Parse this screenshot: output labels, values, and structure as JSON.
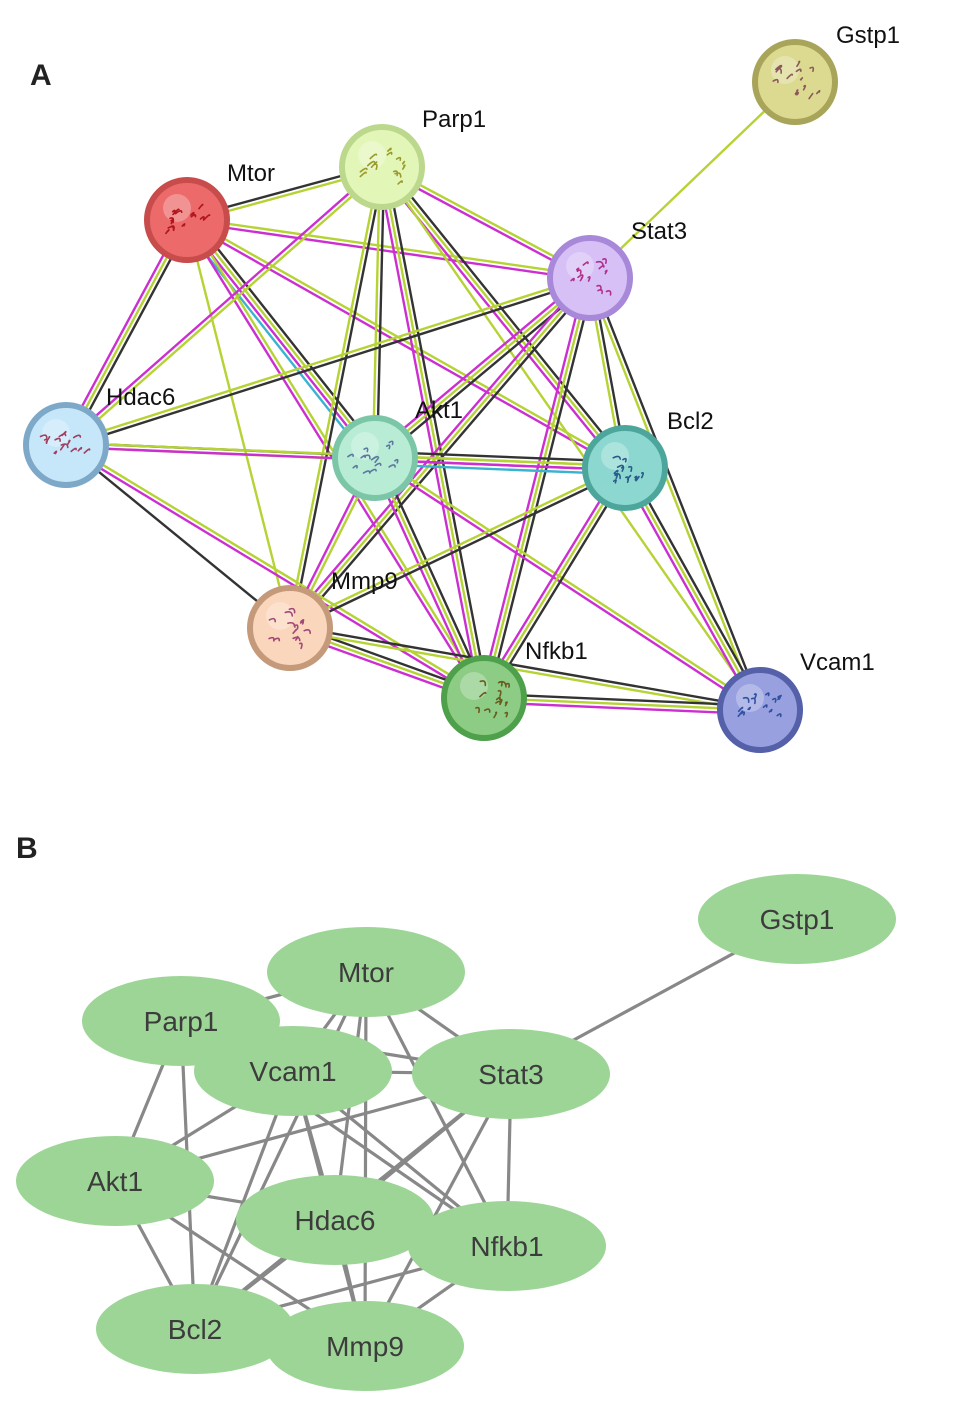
{
  "panels": {
    "a": {
      "label": "A",
      "edge_colors": {
        "coexpression": "#333333",
        "textmining": "#b5d334",
        "experiments": "#cc2fd1",
        "database": "#3bb2d0"
      },
      "nodes": [
        {
          "id": "Parp1",
          "label": "Parp1",
          "fill": "#e2f6b8",
          "stroke": "#bcd88c",
          "glyph": "#9a9a2a"
        },
        {
          "id": "Gstp1",
          "label": "Gstp1",
          "fill": "#dcda90",
          "stroke": "#a8a45a",
          "glyph": "#8a5a5a"
        },
        {
          "id": "Mtor",
          "label": "Mtor",
          "fill": "#ec6a6a",
          "stroke": "#c84c4c",
          "glyph": "#b0141c"
        },
        {
          "id": "Stat3",
          "label": "Stat3",
          "fill": "#d6c0f6",
          "stroke": "#a888d8",
          "glyph": "#b0308c"
        },
        {
          "id": "Hdac6",
          "label": "Hdac6",
          "fill": "#c6e6fa",
          "stroke": "#7ea8c8",
          "glyph": "#a04060"
        },
        {
          "id": "Akt1",
          "label": "Akt1",
          "fill": "#b8ecd4",
          "stroke": "#7cc6a8",
          "glyph": "#5c78a0"
        },
        {
          "id": "Bcl2",
          "label": "Bcl2",
          "fill": "#8cd8d0",
          "stroke": "#4ca69c",
          "glyph": "#2a5a8a"
        },
        {
          "id": "Mmp9",
          "label": "Mmp9",
          "fill": "#fad6bc",
          "stroke": "#c49a7a",
          "glyph": "#a04878"
        },
        {
          "id": "Nfkb1",
          "label": "Nfkb1",
          "fill": "#8ccc84",
          "stroke": "#4ea04a",
          "glyph": "#6a5a20"
        },
        {
          "id": "Vcam1",
          "label": "Vcam1",
          "fill": "#98a0e0",
          "stroke": "#5460a8",
          "glyph": "#3050a0"
        }
      ],
      "edges": [
        {
          "from": "Gstp1",
          "to": "Stat3",
          "types": [
            "textmining"
          ]
        },
        {
          "from": "Mtor",
          "to": "Parp1",
          "types": [
            "coexpression",
            "textmining"
          ]
        },
        {
          "from": "Mtor",
          "to": "Stat3",
          "types": [
            "experiments",
            "textmining"
          ]
        },
        {
          "from": "Mtor",
          "to": "Hdac6",
          "types": [
            "coexpression",
            "experiments",
            "textmining"
          ]
        },
        {
          "from": "Mtor",
          "to": "Akt1",
          "types": [
            "coexpression",
            "experiments",
            "textmining",
            "database"
          ]
        },
        {
          "from": "Mtor",
          "to": "Bcl2",
          "types": [
            "experiments",
            "textmining"
          ]
        },
        {
          "from": "Mtor",
          "to": "Mmp9",
          "types": [
            "textmining"
          ]
        },
        {
          "from": "Mtor",
          "to": "Nfkb1",
          "types": [
            "experiments",
            "textmining"
          ]
        },
        {
          "from": "Parp1",
          "to": "Stat3",
          "types": [
            "experiments",
            "textmining"
          ]
        },
        {
          "from": "Parp1",
          "to": "Hdac6",
          "types": [
            "experiments",
            "textmining"
          ]
        },
        {
          "from": "Parp1",
          "to": "Akt1",
          "types": [
            "coexpression",
            "textmining"
          ]
        },
        {
          "from": "Parp1",
          "to": "Bcl2",
          "types": [
            "coexpression",
            "experiments",
            "textmining"
          ]
        },
        {
          "from": "Parp1",
          "to": "Mmp9",
          "types": [
            "coexpression",
            "textmining"
          ]
        },
        {
          "from": "Parp1",
          "to": "Nfkb1",
          "types": [
            "coexpression",
            "experiments",
            "textmining"
          ]
        },
        {
          "from": "Parp1",
          "to": "Vcam1",
          "types": [
            "textmining"
          ]
        },
        {
          "from": "Stat3",
          "to": "Hdac6",
          "types": [
            "coexpression",
            "textmining"
          ]
        },
        {
          "from": "Stat3",
          "to": "Akt1",
          "types": [
            "coexpression",
            "experiments",
            "textmining"
          ]
        },
        {
          "from": "Stat3",
          "to": "Bcl2",
          "types": [
            "coexpression",
            "textmining"
          ]
        },
        {
          "from": "Stat3",
          "to": "Mmp9",
          "types": [
            "coexpression",
            "experiments",
            "textmining"
          ]
        },
        {
          "from": "Stat3",
          "to": "Nfkb1",
          "types": [
            "coexpression",
            "experiments",
            "textmining"
          ]
        },
        {
          "from": "Stat3",
          "to": "Vcam1",
          "types": [
            "coexpression",
            "textmining"
          ]
        },
        {
          "from": "Hdac6",
          "to": "Akt1",
          "types": [
            "coexpression",
            "textmining"
          ]
        },
        {
          "from": "Hdac6",
          "to": "Bcl2",
          "types": [
            "experiments",
            "textmining"
          ]
        },
        {
          "from": "Hdac6",
          "to": "Mmp9",
          "types": [
            "coexpression"
          ]
        },
        {
          "from": "Hdac6",
          "to": "Nfkb1",
          "types": [
            "experiments",
            "textmining"
          ]
        },
        {
          "from": "Akt1",
          "to": "Bcl2",
          "types": [
            "coexpression",
            "experiments",
            "textmining",
            "database"
          ]
        },
        {
          "from": "Akt1",
          "to": "Mmp9",
          "types": [
            "experiments",
            "textmining"
          ]
        },
        {
          "from": "Akt1",
          "to": "Nfkb1",
          "types": [
            "coexpression",
            "experiments",
            "textmining"
          ]
        },
        {
          "from": "Akt1",
          "to": "Vcam1",
          "types": [
            "experiments",
            "textmining"
          ]
        },
        {
          "from": "Bcl2",
          "to": "Mmp9",
          "types": [
            "coexpression",
            "textmining"
          ]
        },
        {
          "from": "Bcl2",
          "to": "Nfkb1",
          "types": [
            "coexpression",
            "experiments",
            "textmining"
          ]
        },
        {
          "from": "Bcl2",
          "to": "Vcam1",
          "types": [
            "coexpression",
            "experiments",
            "textmining"
          ]
        },
        {
          "from": "Mmp9",
          "to": "Nfkb1",
          "types": [
            "coexpression",
            "experiments",
            "textmining"
          ]
        },
        {
          "from": "Mmp9",
          "to": "Vcam1",
          "types": [
            "coexpression",
            "textmining"
          ]
        },
        {
          "from": "Nfkb1",
          "to": "Vcam1",
          "types": [
            "coexpression",
            "experiments",
            "textmining"
          ]
        }
      ]
    },
    "b": {
      "label": "B",
      "node_fill": "#9dd597",
      "edge_color": "#888888",
      "text_color": "#3c3c3c",
      "nodes": [
        {
          "id": "Gstp1",
          "label": "Gstp1"
        },
        {
          "id": "Mtor",
          "label": "Mtor"
        },
        {
          "id": "Parp1",
          "label": "Parp1"
        },
        {
          "id": "Vcam1",
          "label": "Vcam1"
        },
        {
          "id": "Stat3",
          "label": "Stat3"
        },
        {
          "id": "Akt1",
          "label": "Akt1"
        },
        {
          "id": "Hdac6",
          "label": "Hdac6"
        },
        {
          "id": "Nfkb1",
          "label": "Nfkb1"
        },
        {
          "id": "Bcl2",
          "label": "Bcl2"
        },
        {
          "id": "Mmp9",
          "label": "Mmp9"
        }
      ],
      "edges": [
        {
          "from": "Gstp1",
          "to": "Stat3"
        },
        {
          "from": "Mtor",
          "to": "Parp1"
        },
        {
          "from": "Mtor",
          "to": "Vcam1"
        },
        {
          "from": "Mtor",
          "to": "Stat3"
        },
        {
          "from": "Mtor",
          "to": "Hdac6"
        },
        {
          "from": "Mtor",
          "to": "Nfkb1"
        },
        {
          "from": "Mtor",
          "to": "Bcl2"
        },
        {
          "from": "Mtor",
          "to": "Mmp9"
        },
        {
          "from": "Parp1",
          "to": "Akt1"
        },
        {
          "from": "Parp1",
          "to": "Bcl2"
        },
        {
          "from": "Parp1",
          "to": "Nfkb1"
        },
        {
          "from": "Parp1",
          "to": "Stat3"
        },
        {
          "from": "Vcam1",
          "to": "Stat3"
        },
        {
          "from": "Vcam1",
          "to": "Akt1"
        },
        {
          "from": "Vcam1",
          "to": "Hdac6"
        },
        {
          "from": "Vcam1",
          "to": "Nfkb1"
        },
        {
          "from": "Vcam1",
          "to": "Bcl2"
        },
        {
          "from": "Vcam1",
          "to": "Mmp9"
        },
        {
          "from": "Stat3",
          "to": "Akt1"
        },
        {
          "from": "Stat3",
          "to": "Hdac6"
        },
        {
          "from": "Stat3",
          "to": "Nfkb1"
        },
        {
          "from": "Stat3",
          "to": "Bcl2"
        },
        {
          "from": "Stat3",
          "to": "Mmp9"
        },
        {
          "from": "Akt1",
          "to": "Nfkb1"
        },
        {
          "from": "Akt1",
          "to": "Bcl2"
        },
        {
          "from": "Akt1",
          "to": "Mmp9"
        },
        {
          "from": "Hdac6",
          "to": "Bcl2"
        },
        {
          "from": "Hdac6",
          "to": "Mmp9"
        },
        {
          "from": "Hdac6",
          "to": "Nfkb1"
        },
        {
          "from": "Nfkb1",
          "to": "Bcl2"
        },
        {
          "from": "Nfkb1",
          "to": "Mmp9"
        },
        {
          "from": "Bcl2",
          "to": "Mmp9"
        }
      ]
    }
  }
}
